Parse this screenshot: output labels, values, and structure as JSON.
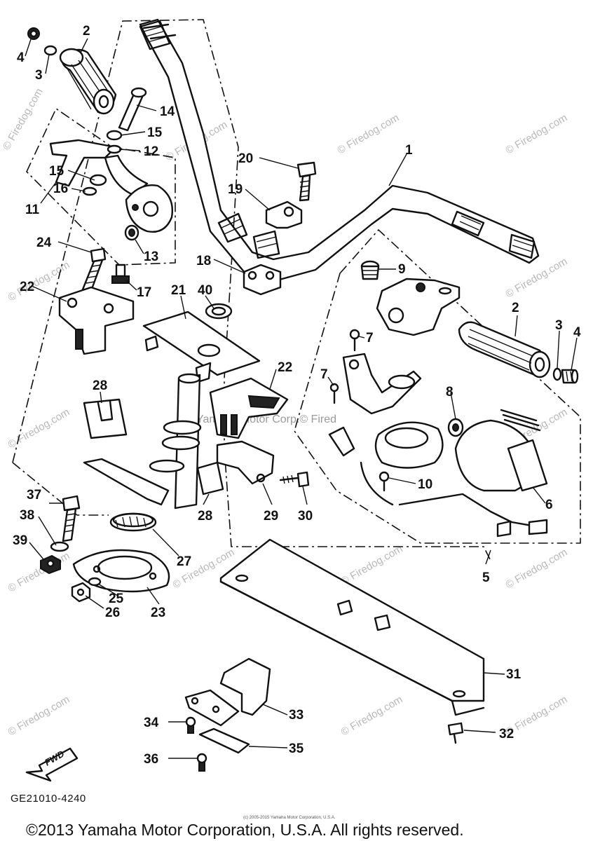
{
  "watermarks": {
    "site": "© Firedog.com",
    "center": "Yamaha Motor Corp.© Fired"
  },
  "diagram_code": "GE21010-4240",
  "fwd_label": "FWD",
  "footer": {
    "copyright": "©2013 Yamaha Motor Corporation, U.S.A. All rights reserved.",
    "small_print": "(c) 2005-2015 Yamaha Motor Corporation, U.S.A."
  },
  "callouts": [
    "1",
    "2",
    "3",
    "4",
    "5",
    "6",
    "7",
    "8",
    "9",
    "10",
    "11",
    "12",
    "13",
    "14",
    "15",
    "16",
    "17",
    "18",
    "19",
    "20",
    "21",
    "22",
    "23",
    "24",
    "25",
    "26",
    "27",
    "28",
    "29",
    "30",
    "31",
    "32",
    "33",
    "34",
    "35",
    "36",
    "37",
    "38",
    "39",
    "40"
  ]
}
